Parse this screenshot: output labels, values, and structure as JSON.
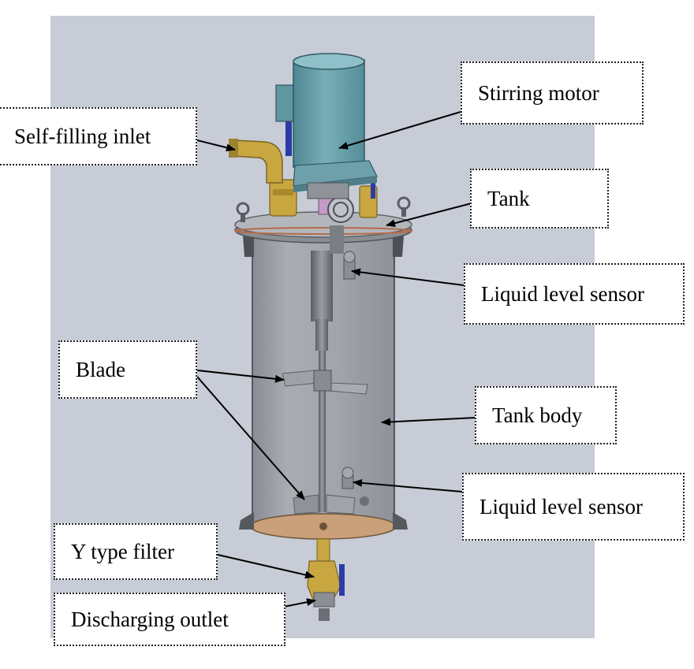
{
  "labels": {
    "stirring_motor": "Stirring motor",
    "self_filling_inlet": "Self-filling inlet",
    "tank": "Tank",
    "liquid_level_sensor_top": "Liquid level sensor",
    "blade": "Blade",
    "tank_body": "Tank body",
    "liquid_level_sensor_bottom": "Liquid level sensor",
    "y_type_filter": "Y type filter",
    "discharging_outlet": "Discharging outlet"
  },
  "colors": {
    "background_panel": "#c7ccd6",
    "motor": "#6fa3ad",
    "tank_body": "#9a9ea3",
    "tank_bottom": "#c9a079",
    "brass": "#c8a640",
    "valve_handle": "#2b3aa8",
    "leader_line": "#000000"
  }
}
